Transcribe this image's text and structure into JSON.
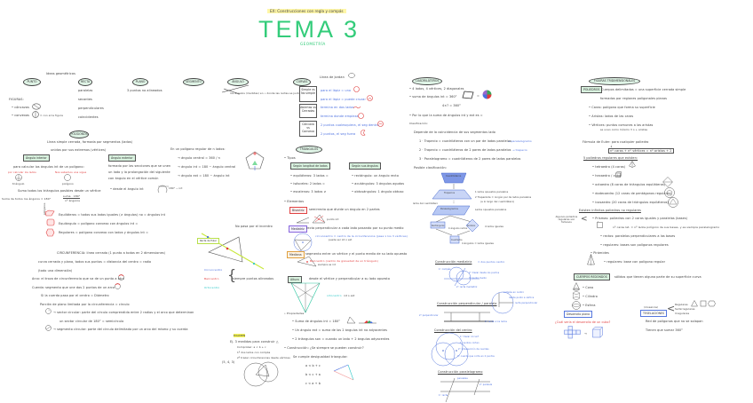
{
  "header": {
    "top_note": "EX: Construcciones con regla y compás",
    "title": "TEMA 3",
    "subtitle": "GEOMETRÍA"
  },
  "intro": {
    "label": "Ideas geométricas"
  },
  "concepts": [
    {
      "label": "PUNTO"
    },
    {
      "label": "RECTA",
      "items": [
        "paralelas",
        "secantes",
        "perpendiculares",
        "coincidentes"
      ]
    },
    {
      "label": "PLANO",
      "note": "3 puntos no alineados"
    },
    {
      "label": "SEGMENTO"
    },
    {
      "label": "ÁNGULO",
      "note": "los ángulos (medidas) en • donde las rectas se juntan"
    }
  ],
  "figuras": {
    "label": "FIGURAS:",
    "items": [
      "• cóncavas",
      "• convexas"
    ],
    "note": "= con el la figura"
  },
  "poligonos": {
    "label": "POLÍGONOS",
    "def1": "Línea simple cerrada, formada por segmentos (lados)",
    "def2": "unidos por sus extremos (vértices)",
    "interior": {
      "label": "Ángulo interior",
      "text": "para calcular los ángulos int de un polígono:",
      "red_left": "por calcular los lados",
      "red_right": "Nos sabemos una sigue",
      "fig_left": "triángulo",
      "fig_right": "polígono",
      "line1": "Sumo todos los triángulos posibles desde un vértice",
      "formula_left": "Suma de todos los ángulos = 180°",
      "formula_num": "suma · 180°",
      "formula_den": "nº ángulos"
    },
    "exterior": {
      "label": "Ángulo exterior",
      "lines": [
        "formado por las secciones que se unen",
        "un lado y la prolongación del siguiente",
        "con ángulo en el vértice común"
      ],
      "note": "• desde el ángulo int",
      "formula": "180° − int"
    },
    "regular": {
      "intro": "En un polígono regular de n lados:",
      "lines": [
        "→ ángulo central = 360 / n",
        "→ ángulo int = 180 − ángulo central",
        "→ ángulo ext = 180 − ángulo int"
      ]
    },
    "types": {
      "side_label": "polígonos",
      "lines": [
        "Equiláteros = todos sus lados iguales (≠ ángulos) no = ángulos int",
        "Equiángulo = polígono convexo con ángulos int =",
        "Regulares = polígono convexo con lados y ángulos int ="
      ]
    }
  },
  "circunferencia": {
    "title": "CIRCUNFERENCIA: línea cerrada (1 punto a todos en 2 dimensiones)",
    "lines": [
      "curva cerrada y plana, todos sus puntos = distancia del centro = radio",
      "(todo una dimensión)",
      "Arco: el trozo de circunferencia que va de un punto a otro",
      "Cuerda: segmento que une dos 2 puntos de un arco",
      "Si la cuerda pasa por el centro = Diámetro",
      "Porción de plano limitada por la circunferencia = círculo",
      "→ sector circular: parte del círculo comprendida entre 2 radios y el arco que determinan",
      "un sector circular de 180° = semicírculo",
      "→ segmento circular: parte del círculo delimitada por un arco del mismo y su cuerda"
    ]
  },
  "curvas": {
    "label": "CURVAS",
    "note": "Línea de Jordan",
    "boxes": [
      {
        "label": "Simple vs No simple",
        "rows": [
          "para el lápiz = uno",
          "para el lápiz = puede cruzar"
        ]
      },
      {
        "label": "Abiertas vs Cerradas",
        "rows": [
          "termina en dos lados",
          "termina donde empieza"
        ]
      },
      {
        "label": "Cóncava vs Convexa",
        "rows": [
          "2 puntos cualesquiera, el seg dentro",
          "2 puntos, el seg fuera"
        ]
      }
    ]
  },
  "cuadrilateros": {
    "label": "CUADRILÁTEROS",
    "lines": [
      "• 4 lados, 4 vértices, 2 diagonales",
      "• suma de ángulos int = 360°",
      "4×? = 360°",
      "• Por lo que la suma de ángulos int y ext es =",
      "Clasificación:",
      "Depende de la coincidencia de sus segmentos lado",
      "1 · Trapecio = cuadriláteros con un par de lados paralelos",
      "2 · Trapecio = cuadriláteros de 2 pares de lados paralelos",
      "3 · Paralelogramo = cuadriláteros de 2 pares de lados paralelos"
    ],
    "right_notes": [
      "→ paralelogramo",
      "→ trapecio"
    ],
    "diagram_title": "Posible clasificación:",
    "shapes": [
      "Cuadriláteros",
      "Trapecios",
      "Paralelogramos",
      "Rectángulos",
      "Rombos",
      "Cuadrados"
    ],
    "shape_notes": [
      "1 lados opuestos paralelos",
      "2 Trapezoide = ningún par de lados paralelos",
      "(a lo largo del cuadrilátero)",
      "Lados opuestos paralelos",
      "4 ángulos rectos",
      "4 lados iguales",
      "4 ángulos = lados iguales"
    ],
    "side_group": "lados del cuadrilátero"
  },
  "triangulos": {
    "label": "TRIÁNGULOS",
    "tipos_label": "• Tipos",
    "by_sides": {
      "label": "Según longitud de lados",
      "items": [
        "• equiláteros: 3 lados =",
        "• isósceles: 2 lados =",
        "• escalenos: 3 lados ≠"
      ]
    },
    "by_angles": {
      "label": "Según sus ángulos",
      "items": [
        "• rectángulo: un ángulo recto",
        "• acutángulos: 3 ángulos agudos",
        "• obtusángulos: 1 ángulo obtuso"
      ]
    },
    "elementos_label": "• Elementos",
    "elementos": [
      {
        "label": "Bisectriz",
        "text": "semirrecta que divide un ángulo en 2 partes",
        "note": "punto int"
      },
      {
        "label": "Mediatriz",
        "text": "recta perpendicular a cada lado pasando por su punto medio",
        "sub": "circuncentro = centro de la circunferencia (pasa x los 3 vértices)",
        "sub2": "puede ser int o ext"
      },
      {
        "label": "Mediana",
        "text": "segmento entre un vértice y el punto medio de su lado opuesto",
        "sub": "Baricentro (centro de gravedad de un triángulo)",
        "sub2": "siempre es int"
      },
      {
        "label": "Altura",
        "text": "desde el vértice y perpendicular a su lado opuesto",
        "sub": "ortocentro",
        "sub2": "int o ext"
      }
    ],
    "euler": {
      "note": "No pasa por el incentro",
      "box": "Recta de Euler",
      "points": [
        "Circuncentro",
        "Baricentro",
        "Ortocentro"
      ],
      "brace_note": "siempre puntos alineados"
    },
    "propiedades_label": "• Propiedades",
    "propiedades": [
      "• Suma de ángulos int = 180°",
      "• Un ángulo ext = suma de los 2 ángulos int no adyacentes",
      "• 2 triángulos son = cuando un lado + 2 ángulos adyacentes"
    ],
    "construccion": "• Construcción: ¿Se siempre se pueden construir?",
    "desigualdad": "Se cumple desigualdad triangular:",
    "ineq": [
      "a < b + c",
      "b < c + a",
      "c < a + b"
    ],
    "exam": {
      "highlight": "EXAMEN",
      "lines": [
        "Ej. 3 medidas para construir △",
        "Comprobar: a < b + c",
        "1º dos lados con compás",
        "2º trazar circunferencias desde vértices"
      ],
      "values": "(5, 4, 3)"
    }
  },
  "construcciones": [
    {
      "title": "Construcción mediatriz",
      "note": "= dos puntos centro",
      "labels": [
        "1º compás",
        "2º trazar desde los puntos",
        "3º punto medio",
        "2º recta mediatriz"
      ]
    },
    {
      "title": "Construcción perpendicular / paralela",
      "labels": [
        "compás en centro",
        "desde punto a vértice",
        "recta perpendicular",
        "2ª perpendicular",
        "2ª recta a los lados"
      ]
    },
    {
      "title": "Construcción del centro",
      "labels": [
        "1º trazar circunf",
        "1º puntos cortan",
        "2º intersección de cuerdas",
        "3º cuerda que corta en 2 puntos"
      ]
    },
    {
      "title": "Construcción paralelogramo",
      "labels": [
        "paralelas",
        "2º paralela",
        "1º recta"
      ]
    }
  ],
  "tridimensionales": {
    "label": "FIGURAS TRIDIMENSIONALES",
    "poliedro_box": "POLIEDROS",
    "poliedro_def": "Cuerpos delimitados = una superficie cerrada simple",
    "poliedro_def2": "formados por regiones poligonales planas",
    "items": [
      "• Caras: polígono que forma su superficie",
      "• Aristas: lados de las caras",
      "• Vértices: puntos comunes a las aristas",
      "se unen como mínimo 3 o + aristas"
    ],
    "euler_formula_label": "Fórmula de Euler: para cualquier poliedro",
    "euler_formula": "nº caras + nº vértices = nº aristas + 2",
    "platonicos_label": "5 poliedros regulares que existen:",
    "platonicos": [
      "• tetraedro (4 caras)",
      "• hexaedro / cubo",
      "• octaedro (8 caras de triángulos equiláteros)",
      "• dodecaedro (12 caras de pentágonos regulares)",
      "• icosaedro (20 caras de triángulos equiláteros)"
    ],
    "otros_label": "Existen infinitos poliedros no regulares",
    "side_note": "Algunos poliedros regulares son famosos",
    "prismas": [
      "• Prismas: poliedros con 2 caras iguales y paralelas (bases)",
      "nº caras lat. = nº lados polígono de sus bases, y es siempre paralelogramo",
      "• rectos: paralelos perpendiculares a las bases",
      "• regulares: bases son polígonos regulares",
      "• Pirámides",
      "• regulares: base con polígono regular"
    ],
    "revolucion_box": "CUERPOS REDONDOS",
    "revolucion_def": "sólidos que tienen alguna parte de su superficie curva",
    "revolucion_items": [
      "• Cono",
      "• Cilindro",
      "• Esfera"
    ],
    "desarrollo_box": "Desarrollo plano",
    "desarrollo_q": "¿Cuál sería el desarrollo de un cubo?",
    "teselaciones_top": "(mosaicos)",
    "teselaciones_box": "TESELACIONES",
    "teselaciones_types": [
      "Regulares",
      "Semirregulares",
      "Irregulares"
    ],
    "teselaciones_lines": [
      "Red de polígonos que no se solapan",
      "Tienen que sumar 360°"
    ]
  },
  "colors": {
    "accent_green": "#33cc7a",
    "pill_fill": "#dff4e6",
    "blue_ink": "#4a6fe0",
    "red_ink": "#e23a3a",
    "highlight_yellow": "#fff7a8"
  }
}
